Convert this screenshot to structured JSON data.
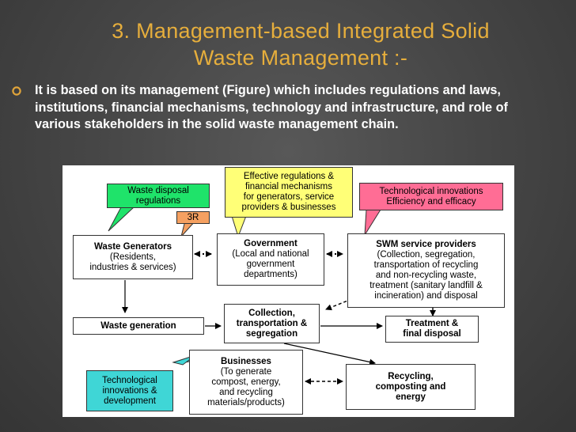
{
  "slide": {
    "title_line1": "3. Management-based Integrated Solid",
    "title_line2": "Waste Management :-",
    "bullet_icon": "hollow-circle-bullet-icon",
    "bullet": "It is based on its management (Figure) which includes regulations and laws, institutions, financial mechanisms, technology and infrastructure, and role of various stakeholders in the solid waste management chain."
  },
  "colors": {
    "title": "#e6ae3c",
    "bullet_text": "#ffffff",
    "green_callout": "#1fe36a",
    "yellow_callout": "#ffff77",
    "pink_callout": "#ff6d95",
    "orange_tag": "#f5a061",
    "cyan_callout": "#3fd6d6"
  },
  "diagram": {
    "callout_waste_disposal": [
      "Waste disposal",
      "regulations"
    ],
    "callout_regulations": [
      "Effective regulations &",
      "financial mechanisms",
      "for generators, service",
      "providers & businesses"
    ],
    "callout_tech": [
      "Technological innovations",
      "Efficiency and efficacy"
    ],
    "tag_3r": "3R",
    "waste_generators": {
      "title": "Waste Generators",
      "lines": [
        "(Residents,",
        "industries & services)"
      ]
    },
    "government": {
      "title": "Government",
      "lines": [
        "(Local and national",
        "government",
        "departments)"
      ]
    },
    "swm_providers": {
      "title": "SWM service providers",
      "lines": [
        "(Collection, segregation,",
        "transportation of recycling",
        "and non-recycling waste,",
        "treatment (sanitary landfill &",
        "incineration) and disposal"
      ]
    },
    "waste_generation": "Waste generation",
    "collection": [
      "Collection,",
      "transportation &",
      "segregation"
    ],
    "treatment": [
      "Treatment &",
      "final disposal"
    ],
    "businesses": {
      "title": "Businesses",
      "lines": [
        "(To generate",
        "compost, energy,",
        "and recycling",
        "materials/products)"
      ]
    },
    "callout_tech_dev": [
      "Technological",
      "innovations &",
      "development"
    ],
    "recycling": [
      "Recycling,",
      "composting and",
      "energy"
    ]
  }
}
